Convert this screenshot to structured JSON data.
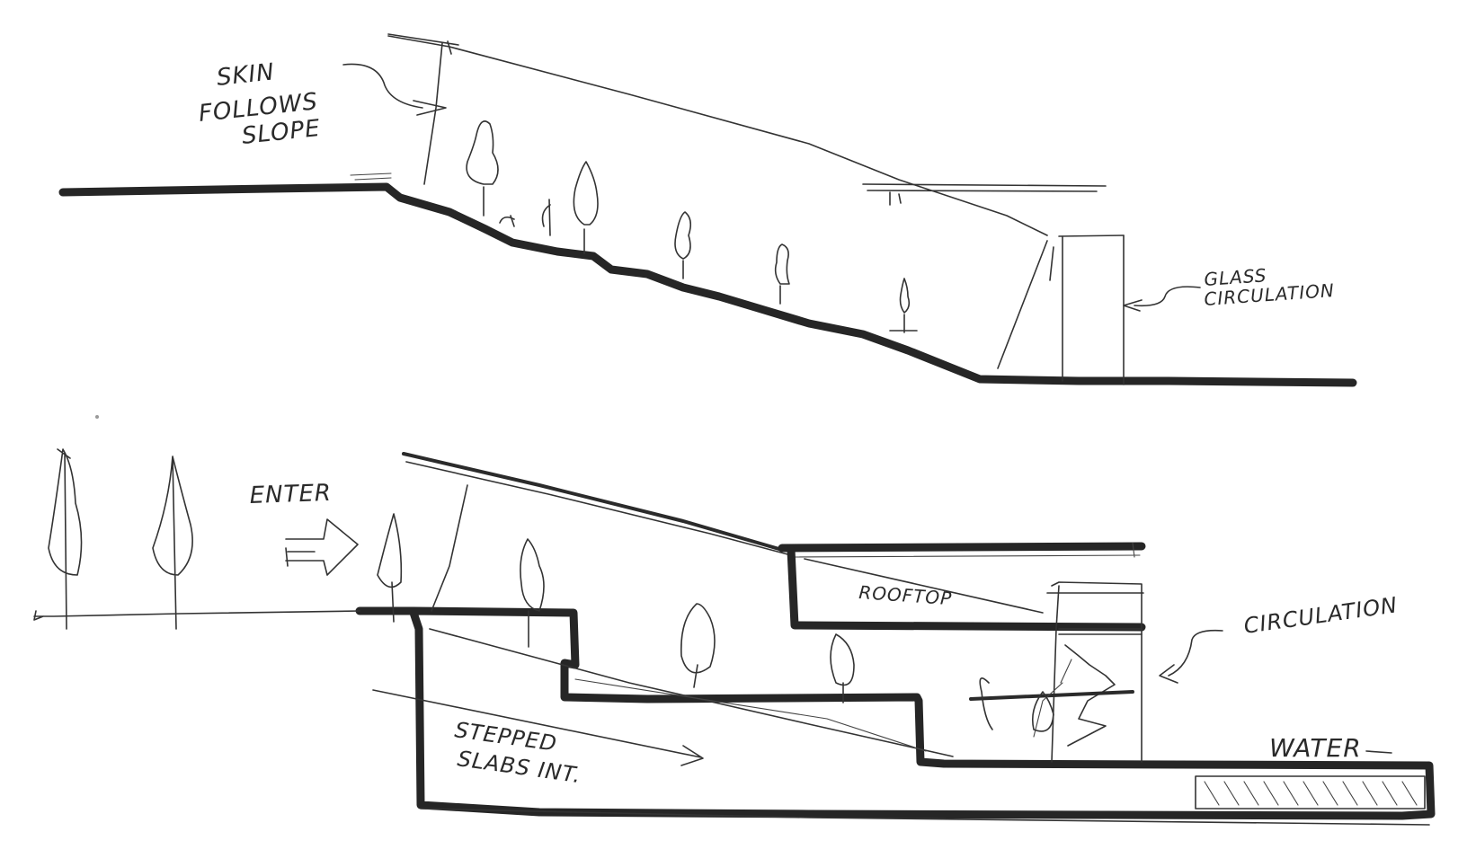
{
  "section_a": {
    "label_skin_line1": "SKIN",
    "label_skin_line2": "FOLLOWS",
    "label_skin_line3": "SLOPE",
    "label_glass_line1": "GLASS",
    "label_glass_line2": "CIRCULATION"
  },
  "section_b": {
    "label_enter": "ENTER",
    "label_rooftop": "ROOFTOP",
    "label_circulation": "CIRCULATION",
    "label_stepped_line1": "STEPPED",
    "label_stepped_line2": "SLABS INT.",
    "label_water": "WATER"
  },
  "colors": {
    "ink": "#262626",
    "paper": "#ffffff"
  }
}
